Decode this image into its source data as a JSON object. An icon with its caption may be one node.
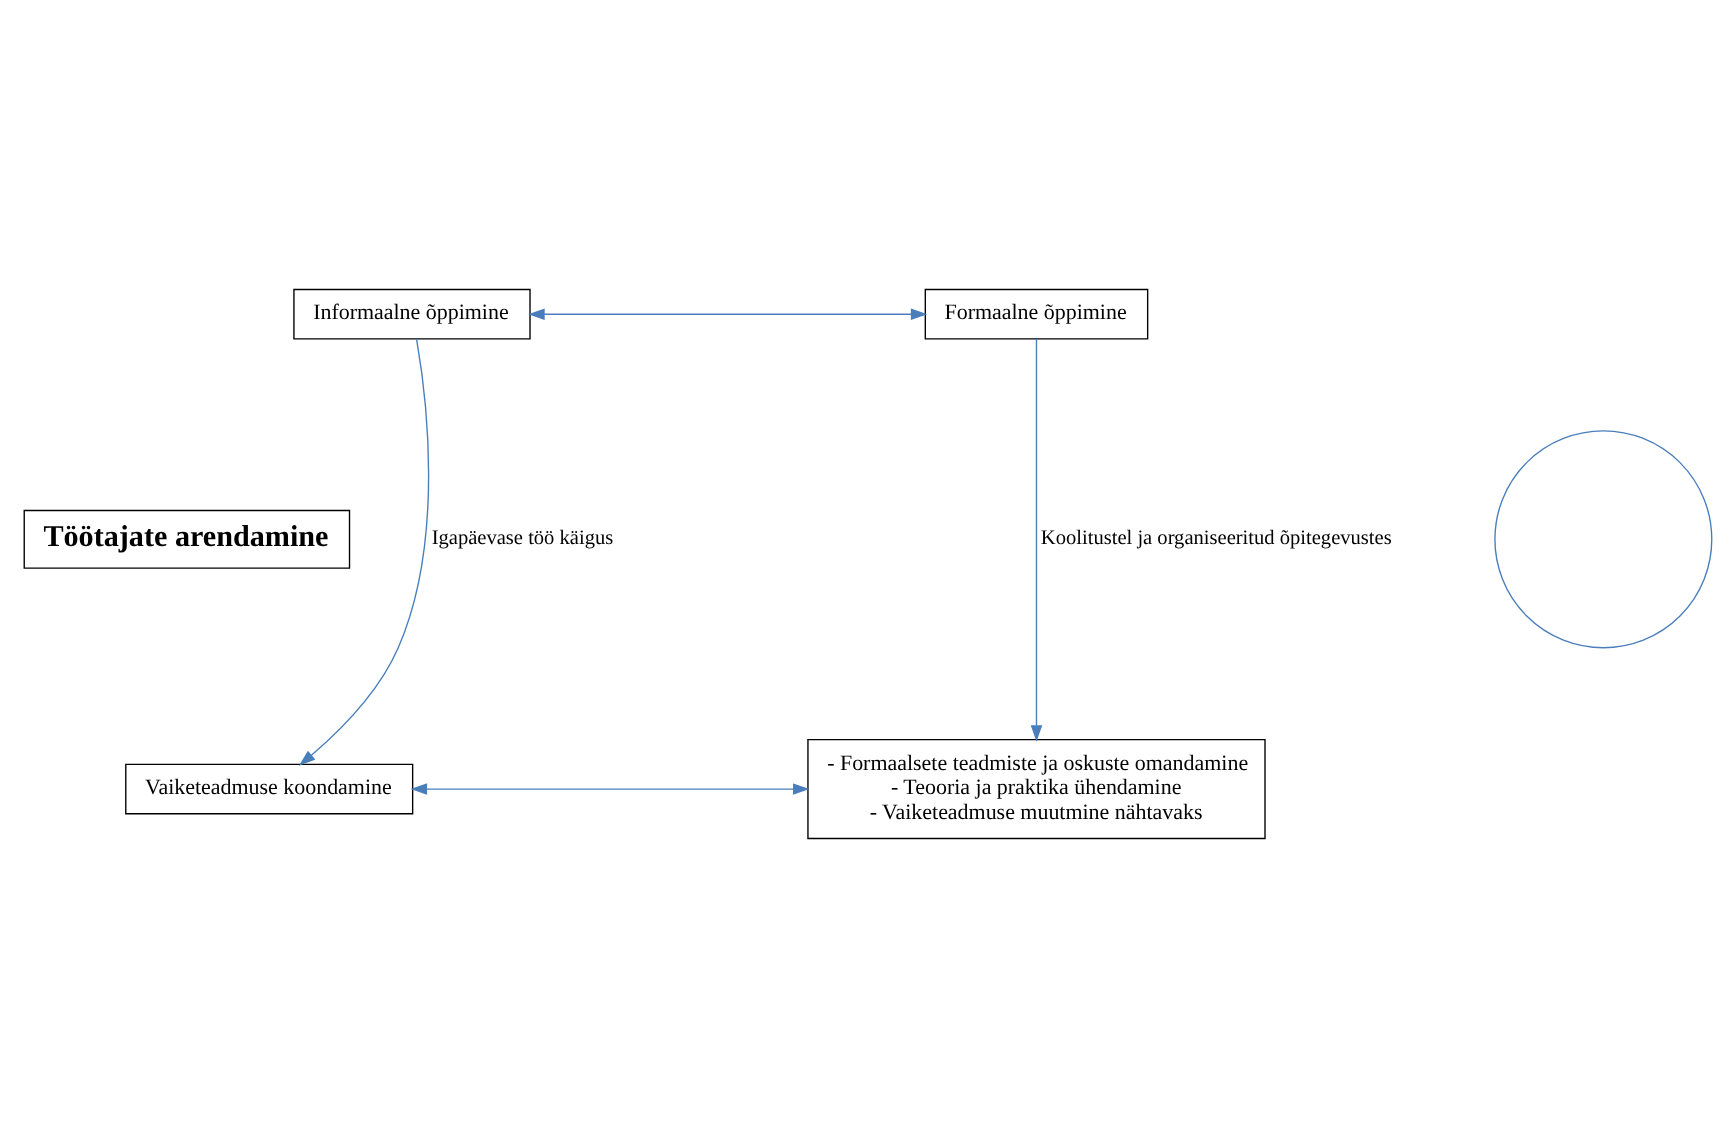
{
  "diagram": {
    "nodes": [
      {
        "text": [
          "Informaalne õppimine"
        ]
      },
      {
        "text": [
          "Formaalne õppimine"
        ]
      },
      {
        "text": [
          "Töötajate arendamine"
        ]
      },
      {
        "text": [
          "Vaiketeadmuse koondamine"
        ]
      },
      {
        "text": [
          "- Formaalsete teadmiste ja oskuste omandamine",
          "- Teooria ja praktika ühendamine",
          "- Vaiketeadmuse muutmine nähtavaks"
        ]
      },
      {
        "text": [],
        "shape": "circle"
      }
    ],
    "edges": [
      {
        "from": 0,
        "to": 1,
        "arrow": "both"
      },
      {
        "from": 0,
        "to": 3,
        "arrow": "to",
        "label": "Igapäevase töö käigus"
      },
      {
        "from": 1,
        "to": 4,
        "arrow": "to",
        "label": "Koolitustel ja organiseeritud õpitegevustes"
      },
      {
        "from": 3,
        "to": 4,
        "arrow": "both"
      }
    ]
  }
}
